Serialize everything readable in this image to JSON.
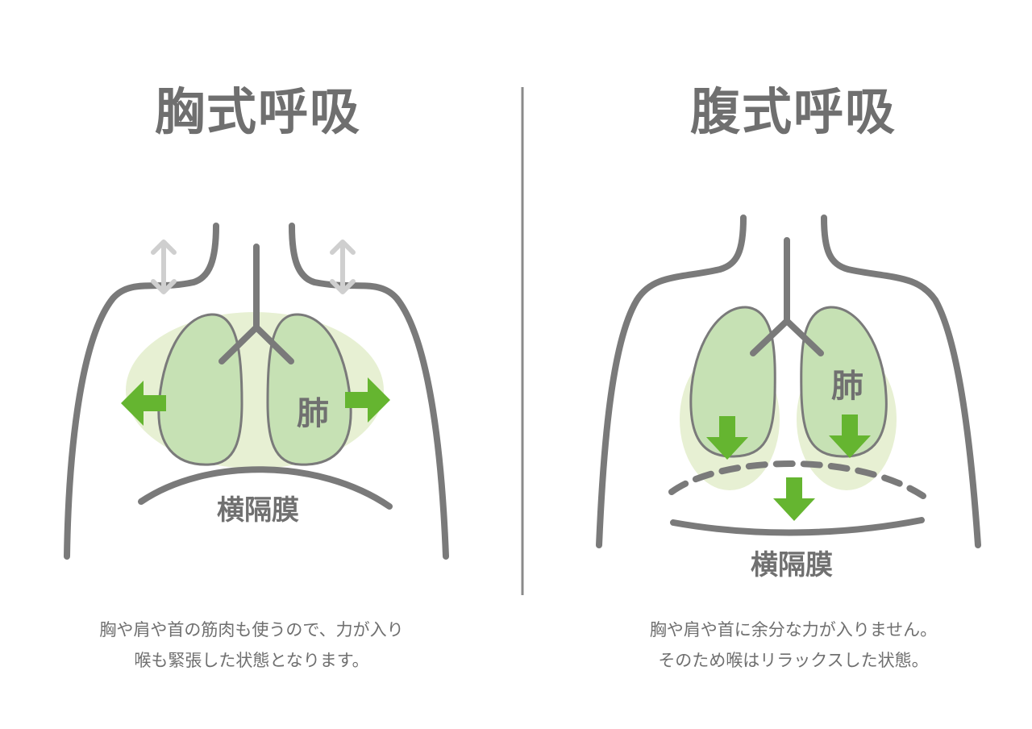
{
  "left": {
    "title": "胸式呼吸",
    "lung_label": "肺",
    "diaphragm_label": "横隔膜",
    "caption": [
      "胸や肩や首の筋肉も使うので、力が入り",
      "喉も緊張した状態となります。"
    ]
  },
  "right": {
    "title": "腹式呼吸",
    "lung_label": "肺",
    "diaphragm_label": "横隔膜",
    "caption": [
      "胸や肩や首に余分な力が入りません。",
      "そのため喉はリラックスした状態。"
    ]
  },
  "colors": {
    "outline": "#7a7a7a",
    "lung_fill": "#c6e1b4",
    "lung_glow": "#e7f0d3",
    "arrow_green": "#65b530",
    "arrow_gray": "#cfcfcf"
  }
}
